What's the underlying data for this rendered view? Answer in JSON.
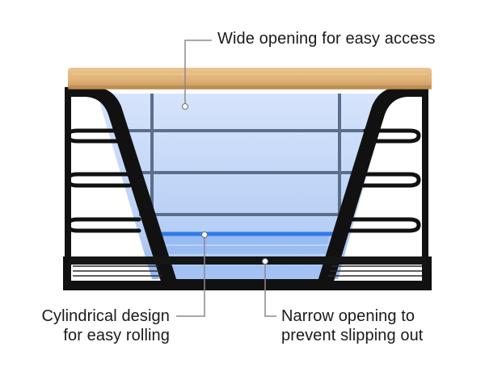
{
  "callouts": {
    "top": {
      "line1": "Wide opening for easy access"
    },
    "left": {
      "line1": "Cylindrical design",
      "line2": "for easy rolling"
    },
    "right": {
      "line1": "Narrow opening to",
      "line2": "prevent slipping out"
    }
  },
  "colors": {
    "frame": "#111111",
    "wood_light": "#e6bd86",
    "wood_dark": "#c99a5c",
    "glass_light": "#c9dbf7",
    "glass_blue": "#9cc0f3",
    "accent_line": "#2f7be6",
    "grid": "#5c6f8c",
    "callout_line": "#8a8a8a"
  }
}
